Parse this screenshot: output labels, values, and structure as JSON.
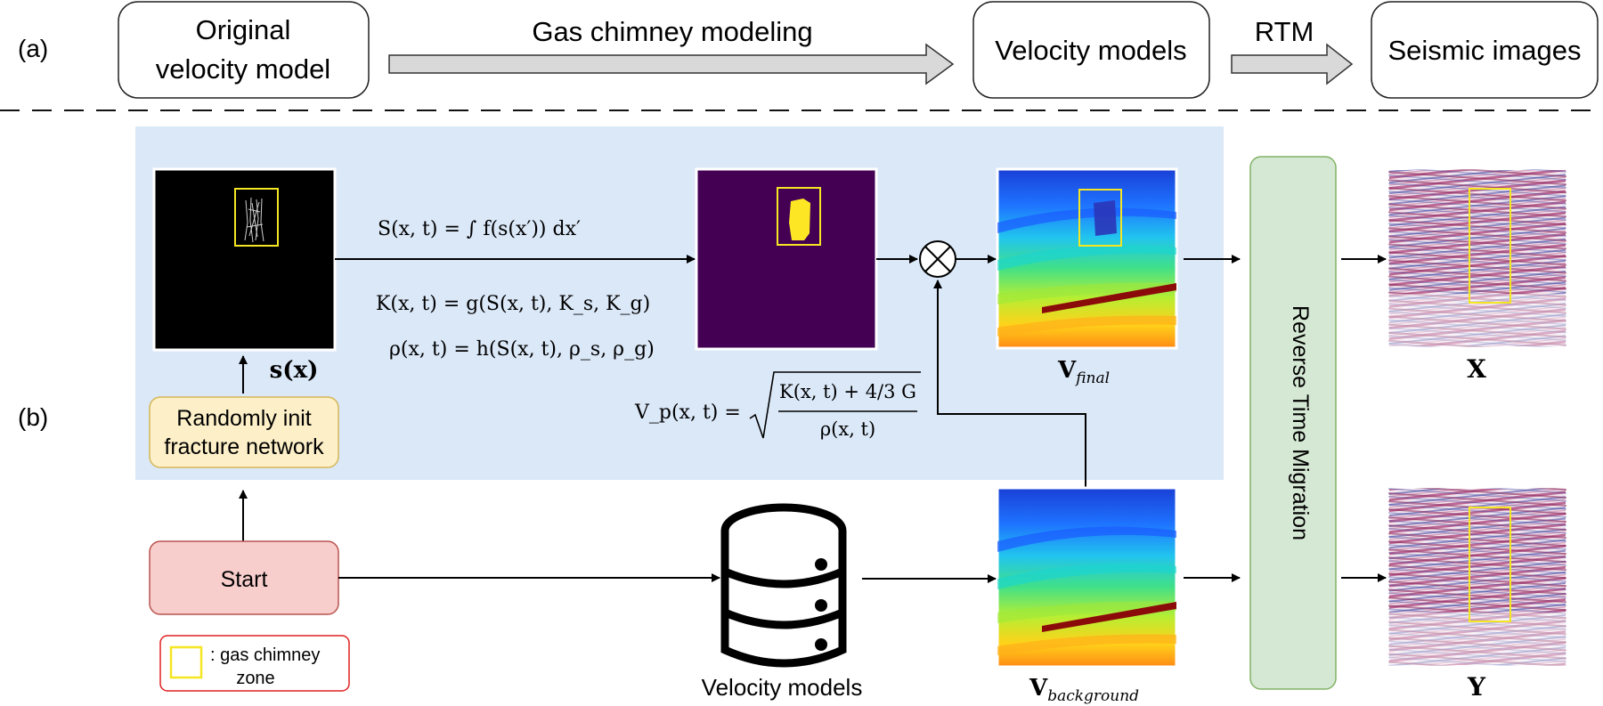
{
  "panel_a": {
    "label": "(a)",
    "original_line1": "Original",
    "original_line2": "velocity model",
    "gas_chimney_modeling": "Gas chimney modeling",
    "velocity_models": "Velocity models",
    "rtm": "RTM",
    "seismic_images": "Seismic images"
  },
  "panel_b": {
    "label": "(b)",
    "fracture_line1": "Randomly init",
    "fracture_line2": "fracture network",
    "start": "Start",
    "velocity_models": "Velocity models",
    "rtm_full": "Reverse Time Migration",
    "legend_line1": ": gas chimney",
    "legend_line2": "zone",
    "s_label": "s(x)",
    "x_label": "X",
    "y_label": "Y",
    "v_final_main": "V",
    "v_final_sub": "final",
    "v_background_main": "V",
    "v_background_sub": "background",
    "eq_S": "S(x, t) = ∫ f(s(x′)) dx′",
    "eq_K": "K(x, t) = g(S(x, t), K_s, K_g)",
    "eq_rho": "ρ(x, t) = h(S(x, t), ρ_s, ρ_g)",
    "eq_vp_lhs": "V_p(x, t) =",
    "eq_vp_num": "K(x, t) + 4/3 G",
    "eq_vp_den": "ρ(x, t)"
  },
  "colors": {
    "light_blue_panel": "#dbe8f8",
    "fracture_fill": "#fdf0c8",
    "fracture_stroke": "#d6b656",
    "start_fill": "#f8cecc",
    "start_stroke": "#b85450",
    "rtm_fill": "#d5e8d4",
    "rtm_stroke": "#82b366",
    "legend_stroke": "#e02020",
    "chimney_box": "#f5e623",
    "viridis_bg": "#440154",
    "arrow_gray": "#d9d9d9"
  }
}
